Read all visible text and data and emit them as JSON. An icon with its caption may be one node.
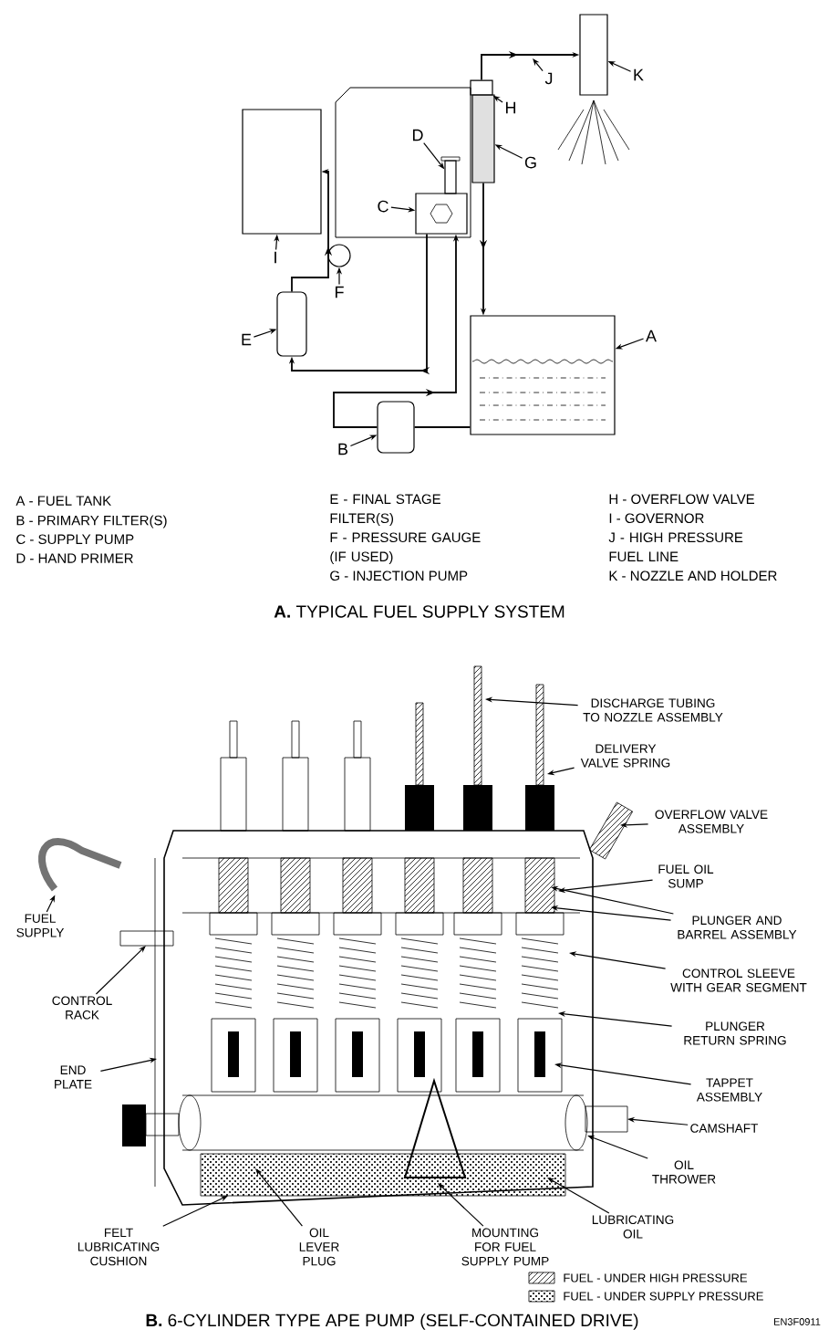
{
  "diagram": {
    "nodes": [
      {
        "text": [],
        "shape": "box"
      },
      {
        "text": [],
        "shape": "cylinder"
      },
      {
        "text": [],
        "shape": "box"
      },
      {
        "text": [],
        "shape": "box"
      },
      {
        "text": [],
        "shape": "cylinder"
      },
      {
        "text": [],
        "shape": "circle"
      },
      {
        "text": [],
        "shape": "bar"
      },
      {
        "text": [],
        "shape": "box"
      },
      {
        "text": [],
        "shape": "box"
      },
      {
        "text": [],
        "shape": "box"
      },
      {
        "text": [
          "A"
        ]
      },
      {
        "text": [
          "B"
        ]
      },
      {
        "text": [
          "C"
        ]
      },
      {
        "text": [
          "D"
        ]
      },
      {
        "text": [
          "E"
        ]
      },
      {
        "text": [
          "F"
        ]
      },
      {
        "text": [
          "G"
        ]
      },
      {
        "text": [
          "H"
        ]
      },
      {
        "text": [
          "I"
        ]
      },
      {
        "text": [
          "J"
        ]
      },
      {
        "text": [
          "K"
        ]
      },
      {
        "text": [
          "DISCHARGE TUBING TO NOZZLE ASSEMBLY"
        ]
      },
      {
        "text": [
          "DELIVERY VALVE SPRING"
        ]
      },
      {
        "text": [
          "OVERFLOW VALVE ASSEMBLY"
        ]
      },
      {
        "text": [
          "FUEL OIL SUMP"
        ]
      },
      {
        "text": [
          "PLUNGER AND BARREL ASSEMBLY"
        ]
      },
      {
        "text": [
          "CONTROL SLEEVE WITH GEAR SEGMENT"
        ]
      },
      {
        "text": [
          "PLUNGER RETURN SPRING"
        ]
      },
      {
        "text": [
          "TAPPET ASSEMBLY"
        ]
      },
      {
        "text": [
          "CAMSHAFT"
        ]
      },
      {
        "text": [
          "OIL THROWER"
        ]
      },
      {
        "text": [
          "LUBRICATING OIL"
        ]
      },
      {
        "text": [
          "MOUNTING FOR FUEL SUPPLY PUMP"
        ]
      },
      {
        "text": [
          "OIL LEVER PLUG"
        ]
      },
      {
        "text": [
          "FELT LUBRICATING CUSHION"
        ]
      },
      {
        "text": [
          "END PLATE"
        ]
      },
      {
        "text": [
          "CONTROL RACK"
        ]
      },
      {
        "text": [
          "FUEL SUPPLY"
        ]
      },
      {
        "text": [],
        "shape": "picture"
      },
      {
        "text": [],
        "shape": "picture"
      }
    ],
    "edges": [
      {
        "from": 10,
        "to": 0,
        "arrow": "to"
      },
      {
        "from": 11,
        "to": 1,
        "arrow": "to"
      },
      {
        "from": 12,
        "to": 2,
        "arrow": "to"
      },
      {
        "from": 13,
        "to": 3,
        "arrow": "to"
      },
      {
        "from": 14,
        "to": 4,
        "arrow": "to"
      },
      {
        "from": 15,
        "to": 5,
        "arrow": "to"
      },
      {
        "from": 16,
        "to": 6,
        "arrow": "to"
      },
      {
        "from": 17,
        "to": 7,
        "arrow": "to"
      },
      {
        "from": 18,
        "to": 8,
        "arrow": "to"
      },
      {
        "from": 19,
        "to": null,
        "arrow": "to"
      },
      {
        "from": 20,
        "to": 9,
        "arrow": "to"
      },
      {
        "from": 0,
        "to": 1,
        "arrow": "none"
      },
      {
        "from": 1,
        "to": 2,
        "arrow": "to"
      },
      {
        "from": 2,
        "to": 4,
        "arrow": "to"
      },
      {
        "from": 4,
        "to": 8,
        "arrow": "to"
      },
      {
        "from": 6,
        "to": 0,
        "arrow": "to"
      },
      {
        "from": 7,
        "to": 9,
        "arrow": "to"
      },
      {
        "from": 21,
        "to": 38,
        "arrow": "to"
      },
      {
        "from": 22,
        "to": 38,
        "arrow": "to"
      },
      {
        "from": 23,
        "to": 38,
        "arrow": "to"
      },
      {
        "from": 24,
        "to": 38,
        "arrow": "to"
      },
      {
        "from": 25,
        "to": 38,
        "arrow": "to"
      },
      {
        "from": 25,
        "to": 38,
        "arrow": "to"
      },
      {
        "from": 26,
        "to": 38,
        "arrow": "to"
      },
      {
        "from": 27,
        "to": 38,
        "arrow": "to"
      },
      {
        "from": 28,
        "to": 38,
        "arrow": "to"
      },
      {
        "from": 29,
        "to": 38,
        "arrow": "to"
      },
      {
        "from": 30,
        "to": 38,
        "arrow": "to"
      },
      {
        "from": 31,
        "to": 38,
        "arrow": "to"
      },
      {
        "from": 32,
        "to": 38,
        "arrow": "to"
      },
      {
        "from": 33,
        "to": 38,
        "arrow": "to"
      },
      {
        "from": 34,
        "to": 38,
        "arrow": "to"
      },
      {
        "from": 35,
        "to": 38,
        "arrow": "to"
      },
      {
        "from": 36,
        "to": 38,
        "arrow": "to"
      },
      {
        "from": 37,
        "to": 39,
        "arrow": "to"
      }
    ],
    "labels": [
      "A - FUEL TANK",
      "B - PRIMARY FILTER(S)",
      "C - SUPPLY PUMP",
      "D - HAND PRIMER",
      "E - FINAL STAGE FILTER(S)",
      "F - PRESSURE GAUGE (IF USED)",
      "G - INJECTION PUMP",
      "H - OVERFLOW VALVE",
      "I - GOVERNOR",
      "J - HIGH PRESSURE FUEL LINE",
      "K - NOZZLE AND HOLDER",
      "**A.** TYPICAL FUEL SUPPLY SYSTEM",
      "**B.** 6-CYLINDER TYPE APE PUMP (SELF-CONTAINED DRIVE)",
      "EN3F0911"
    ],
    "legend": [
      {
        "text": "FUEL - UNDER HIGH PRESSURE"
      },
      {
        "text": "FUEL - UNDER SUPPLY PRESSURE"
      }
    ]
  }
}
